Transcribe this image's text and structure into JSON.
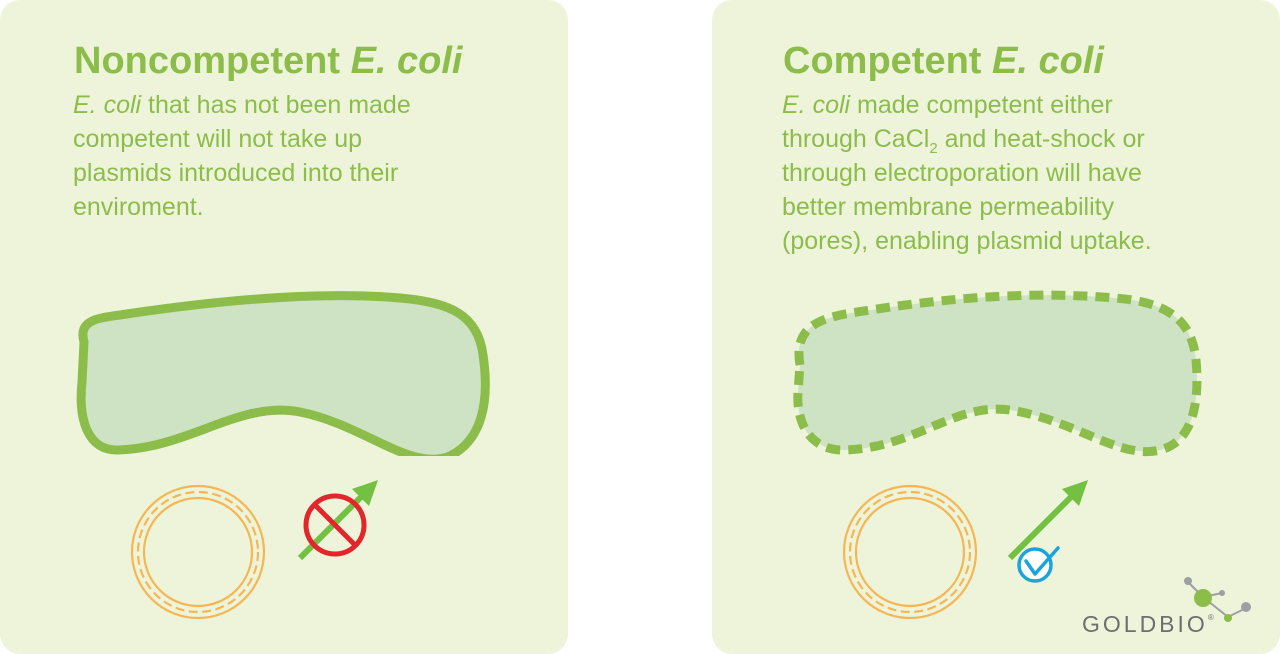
{
  "left_panel": {
    "title_main": "Noncompetent ",
    "title_italic": "E. coli",
    "desc_italic": "E. coli",
    "desc_line1": " that has not been made",
    "desc_line2": "competent will not take up",
    "desc_line3": "plasmids introduced into their",
    "desc_line4": "enviroment."
  },
  "right_panel": {
    "title_main": "Competent ",
    "title_italic": "E. coli",
    "desc_italic": "E. coli",
    "desc_line1": " made competent either",
    "desc_line2a": "through CaCl",
    "desc_line2_sub": "2",
    "desc_line2b": " and heat-shock or",
    "desc_line3": "through electroporation will have",
    "desc_line4": "better membrane permeability",
    "desc_line5": "(pores), enabling plasmid uptake."
  },
  "logo": {
    "text": "GOLDBIO",
    "reg_mark": "®"
  },
  "colors": {
    "panel_bg": "#eef4da",
    "text_green": "#8cbd4a",
    "cell_fill": "#cde3c4",
    "membrane_green": "#8cbd4a",
    "arrow_green": "#74c043",
    "plasmid_orange": "#f6b653",
    "prohibit_red": "#e3262b",
    "check_blue": "#1ba3dc"
  },
  "icons": [
    "plasmid-icon",
    "arrow-icon",
    "no-entry-icon",
    "check-circle-icon",
    "molecule-logo-icon"
  ]
}
